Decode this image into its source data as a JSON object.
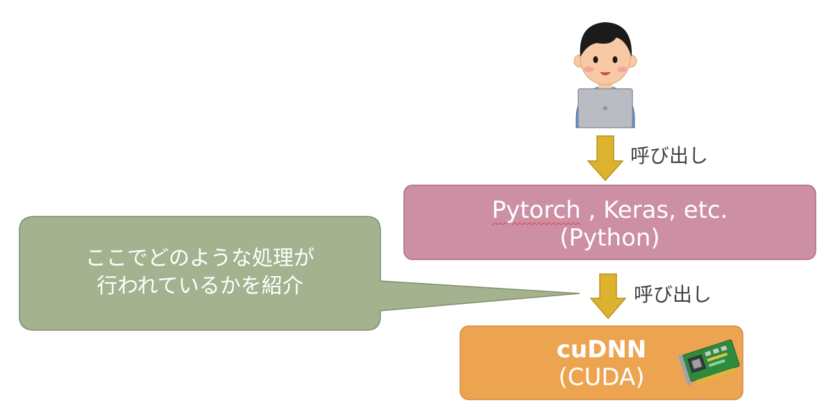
{
  "diagram": {
    "arrow_label_top": "呼び出し",
    "arrow_label_bottom": "呼び出し",
    "framework_box": {
      "line1_part1": "Pytorch",
      "line1_part2": " , Keras",
      "line1_part3": ", etc.",
      "line2": "(Python)"
    },
    "cudnn_box": {
      "line1": "cuDNN",
      "line2": "(CUDA)"
    },
    "callout": {
      "line1": "ここでどのような処理が",
      "line2": "行われているかを紹介"
    }
  },
  "colors": {
    "framework_box_fill": "#cc8fa3",
    "framework_box_border": "#b06a82",
    "cudnn_box_fill": "#eda451",
    "cudnn_box_border": "#d08a3a",
    "callout_fill": "#a4b28f",
    "callout_border": "#7f8f6a",
    "arrow_fill": "#ddb22f",
    "arrow_border": "#b8901a"
  },
  "icons": [
    "person-at-laptop-icon",
    "gpu-card-icon"
  ]
}
